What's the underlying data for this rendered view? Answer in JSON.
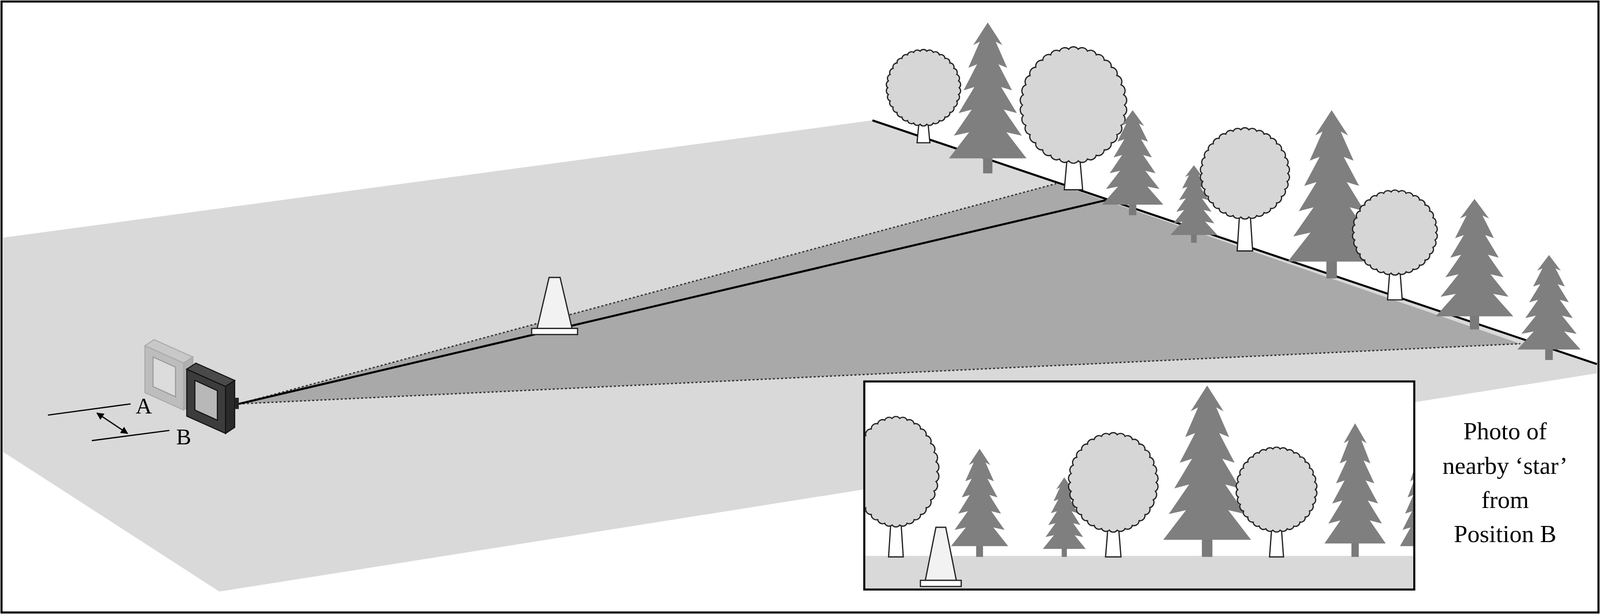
{
  "diagram": {
    "labels": [
      "A",
      "B",
      "Photo of nearby ‘star’ from Position B"
    ]
  }
}
